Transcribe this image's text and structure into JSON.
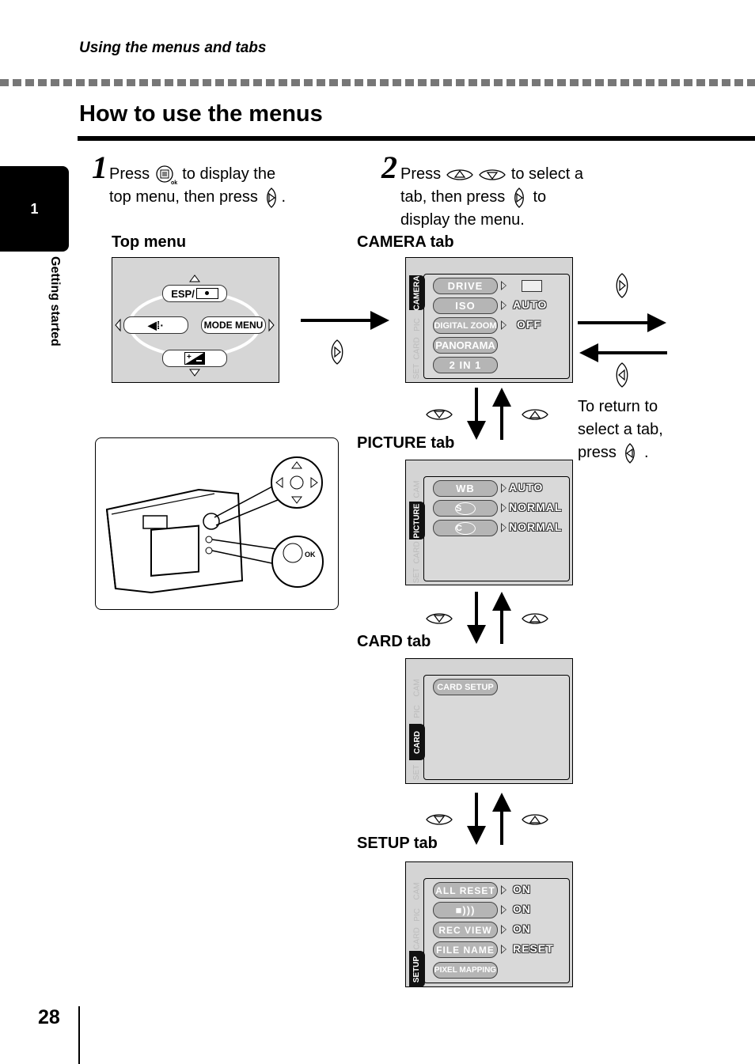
{
  "header": {
    "section": "Using the menus and tabs",
    "title": "How to use the menus"
  },
  "chapter": {
    "number": "1",
    "label": "Getting started"
  },
  "steps": [
    {
      "number": "1",
      "text_a": "Press",
      "text_b": "to display the",
      "text_c": "top menu, then press",
      "text_d": "."
    },
    {
      "number": "2",
      "text_a": "Press",
      "text_b": "to select a",
      "text_c": "tab, then press",
      "text_d": "to",
      "text_e": "display the menu."
    }
  ],
  "top_menu": {
    "heading": "Top menu",
    "top_label": "ESP/",
    "right_label": "MODE MENU"
  },
  "tabs": {
    "camera": {
      "heading": "CAMERA tab",
      "side": [
        "CAMERA",
        "PIC",
        "CARD",
        "SET"
      ],
      "items": [
        "DRIVE",
        "ISO",
        "DIGITAL ZOOM",
        "PANORAMA",
        "2 IN 1"
      ],
      "values": [
        "",
        "AUTO",
        "OFF",
        "",
        ""
      ]
    },
    "picture": {
      "heading": "PICTURE tab",
      "side": [
        "CAM",
        "PICTURE",
        "CARD",
        "SET"
      ],
      "items": [
        "WB",
        "S",
        "C"
      ],
      "values": [
        "AUTO",
        "NORMAL",
        "NORMAL"
      ]
    },
    "card": {
      "heading": "CARD tab",
      "side": [
        "CAM",
        "PIC",
        "CARD",
        "SET"
      ],
      "items": [
        "CARD SETUP"
      ]
    },
    "setup": {
      "heading": "SETUP tab",
      "side": [
        "CAM",
        "PIC",
        "CARD",
        "SETUP"
      ],
      "items": [
        "ALL RESET",
        "■)))",
        "REC VIEW",
        "FILE NAME",
        "PIXEL MAPPING"
      ],
      "values": [
        "ON",
        "ON",
        "ON",
        "RESET",
        ""
      ]
    }
  },
  "return_note": {
    "line1": "To return to",
    "line2": "select a tab,",
    "line3": "press",
    "line4": "."
  },
  "footer": {
    "page_number": "28"
  }
}
